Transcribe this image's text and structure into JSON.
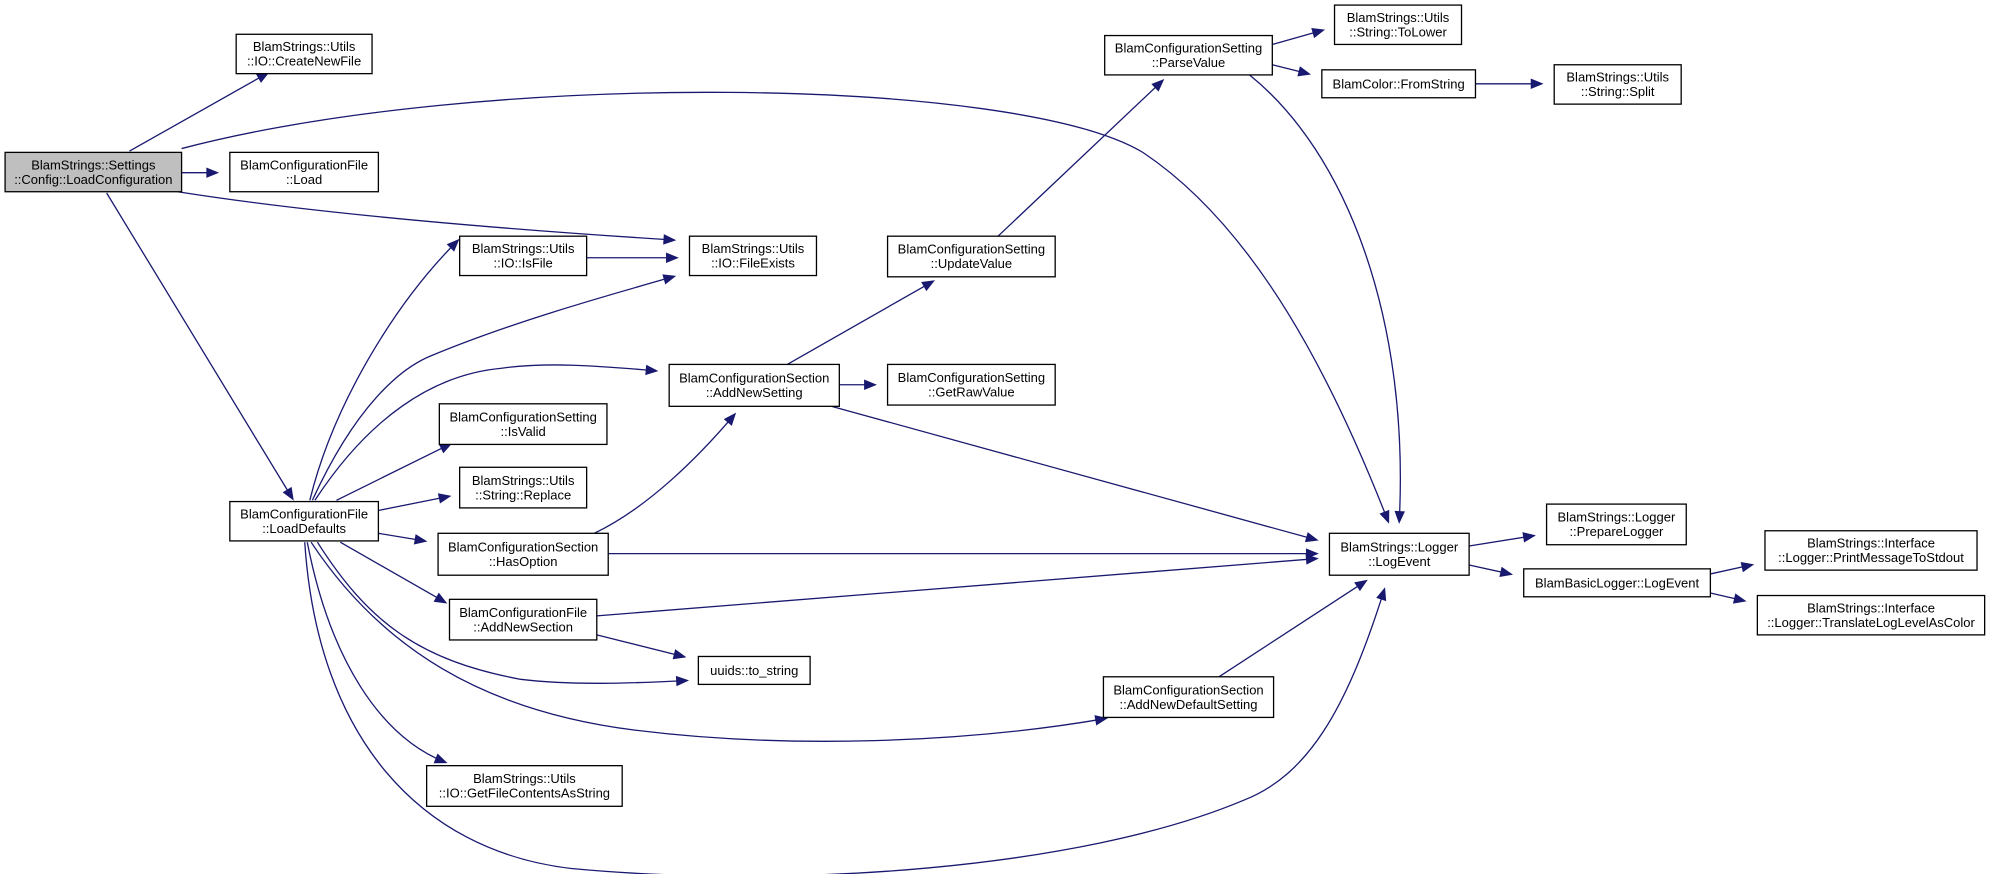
{
  "diagram": {
    "type": "call-graph",
    "colors": {
      "edge": "#191970",
      "node_border": "#000000",
      "node_fill": "#ffffff",
      "root_fill": "#bfbfbf"
    },
    "nodes": [
      {
        "id": "root",
        "lines": [
          "BlamStrings::Settings",
          "::Config::LoadConfiguration"
        ],
        "root": true
      },
      {
        "id": "createNewFile",
        "lines": [
          "BlamStrings::Utils",
          "::IO::CreateNewFile"
        ]
      },
      {
        "id": "cfgFileLoad",
        "lines": [
          "BlamConfigurationFile",
          "::Load"
        ]
      },
      {
        "id": "loadDefaults",
        "lines": [
          "BlamConfigurationFile",
          "::LoadDefaults"
        ]
      },
      {
        "id": "fileExists",
        "lines": [
          "BlamStrings::Utils",
          "::IO::FileExists"
        ]
      },
      {
        "id": "isFile",
        "lines": [
          "BlamStrings::Utils",
          "::IO::IsFile"
        ]
      },
      {
        "id": "addNewSetting",
        "lines": [
          "BlamConfigurationSection",
          "::AddNewSetting"
        ]
      },
      {
        "id": "isValid",
        "lines": [
          "BlamConfigurationSetting",
          "::IsValid"
        ]
      },
      {
        "id": "replace",
        "lines": [
          "BlamStrings::Utils",
          "::String::Replace"
        ]
      },
      {
        "id": "hasOption",
        "lines": [
          "BlamConfigurationSection",
          "::HasOption"
        ]
      },
      {
        "id": "addNewSection",
        "lines": [
          "BlamConfigurationFile",
          "::AddNewSection"
        ]
      },
      {
        "id": "toString",
        "lines": [
          "uuids::to_string"
        ]
      },
      {
        "id": "getFileContents",
        "lines": [
          "BlamStrings::Utils",
          "::IO::GetFileContentsAsString"
        ]
      },
      {
        "id": "parseValue",
        "lines": [
          "BlamConfigurationSetting",
          "::ParseValue"
        ]
      },
      {
        "id": "updateValue",
        "lines": [
          "BlamConfigurationSetting",
          "::UpdateValue"
        ]
      },
      {
        "id": "getRawValue",
        "lines": [
          "BlamConfigurationSetting",
          "::GetRawValue"
        ]
      },
      {
        "id": "addNewDefault",
        "lines": [
          "BlamConfigurationSection",
          "::AddNewDefaultSetting"
        ]
      },
      {
        "id": "toLower",
        "lines": [
          "BlamStrings::Utils",
          "::String::ToLower"
        ]
      },
      {
        "id": "fromString",
        "lines": [
          "BlamColor::FromString"
        ]
      },
      {
        "id": "split",
        "lines": [
          "BlamStrings::Utils",
          "::String::Split"
        ]
      },
      {
        "id": "logEvent",
        "lines": [
          "BlamStrings::Logger",
          "::LogEvent"
        ]
      },
      {
        "id": "prepareLogger",
        "lines": [
          "BlamStrings::Logger",
          "::PrepareLogger"
        ]
      },
      {
        "id": "basicLogEvent",
        "lines": [
          "BlamBasicLogger::LogEvent"
        ]
      },
      {
        "id": "printMessage",
        "lines": [
          "BlamStrings::Interface",
          "::Logger::PrintMessageToStdout"
        ]
      },
      {
        "id": "translateLevel",
        "lines": [
          "BlamStrings::Interface",
          "::Logger::TranslateLogLevelAsColor"
        ]
      }
    ],
    "edges": [
      {
        "from": "root",
        "to": "createNewFile"
      },
      {
        "from": "root",
        "to": "cfgFileLoad"
      },
      {
        "from": "root",
        "to": "fileExists"
      },
      {
        "from": "root",
        "to": "logEvent"
      },
      {
        "from": "root",
        "to": "loadDefaults"
      },
      {
        "from": "loadDefaults",
        "to": "isFile"
      },
      {
        "from": "loadDefaults",
        "to": "fileExists"
      },
      {
        "from": "loadDefaults",
        "to": "addNewSetting"
      },
      {
        "from": "loadDefaults",
        "to": "isValid"
      },
      {
        "from": "loadDefaults",
        "to": "replace"
      },
      {
        "from": "loadDefaults",
        "to": "hasOption"
      },
      {
        "from": "loadDefaults",
        "to": "addNewSection"
      },
      {
        "from": "loadDefaults",
        "to": "toString"
      },
      {
        "from": "loadDefaults",
        "to": "addNewDefault"
      },
      {
        "from": "loadDefaults",
        "to": "getFileContents"
      },
      {
        "from": "loadDefaults",
        "to": "logEvent"
      },
      {
        "from": "isFile",
        "to": "fileExists"
      },
      {
        "from": "hasOption",
        "to": "addNewSetting"
      },
      {
        "from": "hasOption",
        "to": "logEvent"
      },
      {
        "from": "addNewSection",
        "to": "toString"
      },
      {
        "from": "addNewSection",
        "to": "logEvent"
      },
      {
        "from": "addNewSetting",
        "to": "updateValue"
      },
      {
        "from": "addNewSetting",
        "to": "getRawValue"
      },
      {
        "from": "addNewSetting",
        "to": "logEvent"
      },
      {
        "from": "updateValue",
        "to": "parseValue"
      },
      {
        "from": "parseValue",
        "to": "toLower"
      },
      {
        "from": "parseValue",
        "to": "fromString"
      },
      {
        "from": "parseValue",
        "to": "logEvent"
      },
      {
        "from": "fromString",
        "to": "split"
      },
      {
        "from": "addNewDefault",
        "to": "logEvent"
      },
      {
        "from": "logEvent",
        "to": "prepareLogger"
      },
      {
        "from": "logEvent",
        "to": "basicLogEvent"
      },
      {
        "from": "basicLogEvent",
        "to": "printMessage"
      },
      {
        "from": "basicLogEvent",
        "to": "translateLevel"
      }
    ]
  }
}
